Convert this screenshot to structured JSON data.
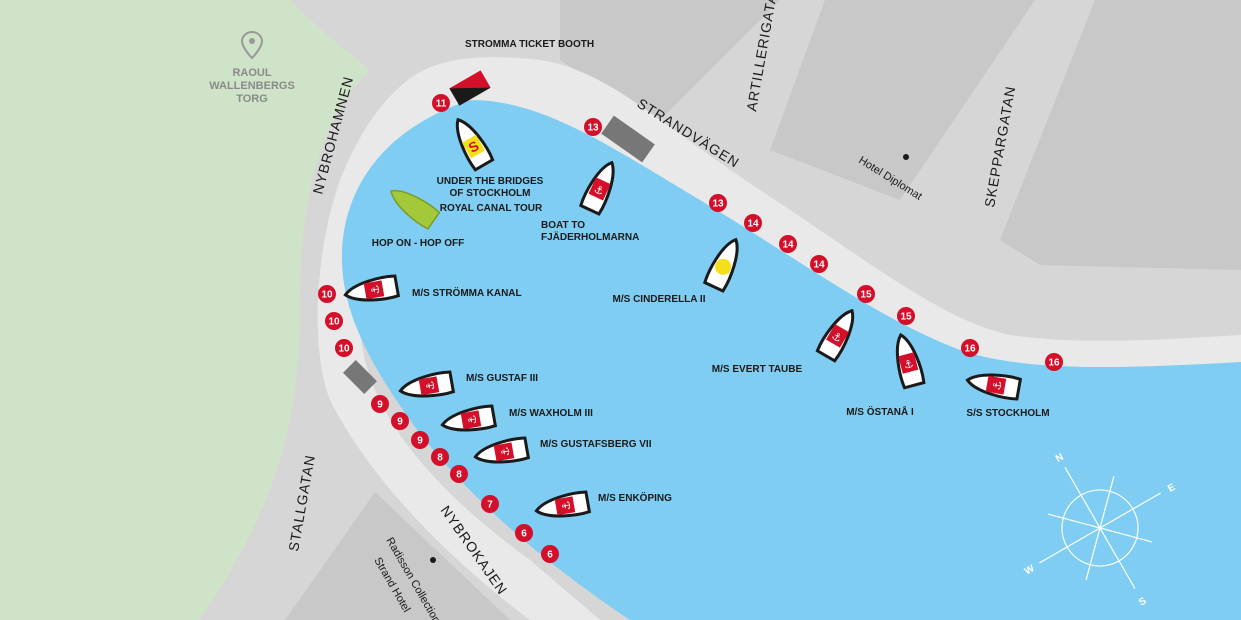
{
  "colors": {
    "water": "#7fcdf2",
    "land": "#d6d6d6",
    "blocks": "#c8c8c8",
    "park": "#cfe3c9",
    "quay": "#e9e9e9",
    "pin": "#d40f2a",
    "boat_red": "#d40f2a",
    "boat_hull": "#ffffff",
    "boat_green": "#a3c93a",
    "boat_yellow": "#f5de1a"
  },
  "park": {
    "name_lines": [
      "RAOUL",
      "WALLENBERGS",
      "TORG"
    ],
    "icon": "location-pin-icon"
  },
  "streets": {
    "nybrohamnen": "NYBROHAMNEN",
    "strandvagen": "STRANDVÄGEN",
    "artillerigatan": "ARTILLERIGATAN",
    "skeppargatan": "SKEPPARGATAN",
    "stallgatan": "STALLGATAN",
    "nybrokajen": "NYBROKAJEN"
  },
  "pois": {
    "hotel_diplomat": "Hotel Diplomat",
    "radisson_lines": [
      "Radisson Collection",
      "Strand Hotel"
    ]
  },
  "ticket_booth": {
    "label": "STROMMA TICKET BOOTH"
  },
  "boats": {
    "under_bridges": [
      "UNDER THE BRIDGES",
      "OF STOCKHOLM"
    ],
    "royal_canal": "ROYAL CANAL TOUR",
    "hop_on": "HOP ON - HOP OFF",
    "fjaderholmarna": [
      "BOAT TO",
      "FJÄDERHOLMARNA"
    ],
    "cinderella": "M/S CINDERELLA II",
    "evert_taube": "M/S EVERT TAUBE",
    "ostana": "M/S ÖSTANÅ I",
    "stockholm": "S/S STOCKHOLM",
    "stromma_kanal": "M/S STRÖMMA KANAL",
    "gustaf": "M/S GUSTAF III",
    "waxholm": "M/S WAXHOLM III",
    "gustafsberg": "M/S GUSTAFSBERG VII",
    "enkoping": "M/S ENKÖPING"
  },
  "pins": [
    "11",
    "13",
    "13",
    "14",
    "14",
    "14",
    "15",
    "15",
    "16",
    "16",
    "10",
    "10",
    "10",
    "9",
    "9",
    "9",
    "8",
    "8",
    "7",
    "6",
    "6"
  ],
  "compass": {
    "n": "N",
    "e": "E",
    "s": "S",
    "w": "W"
  }
}
